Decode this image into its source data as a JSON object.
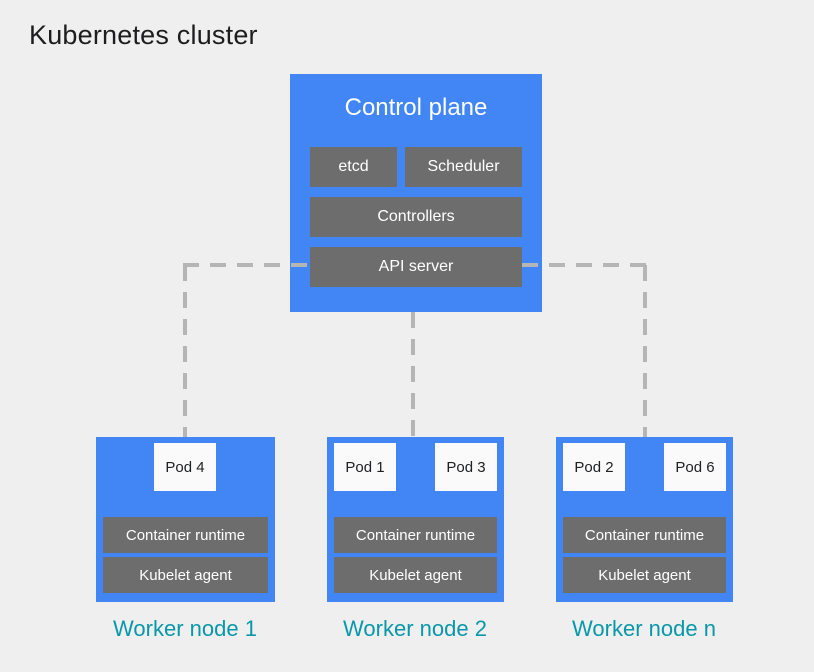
{
  "title": "Kubernetes cluster",
  "colors": {
    "background": "#efefef",
    "node_blue": "#4285f4",
    "component_gray": "#6d6d6d",
    "pod_white": "#fafafa",
    "label_teal": "#0998a9",
    "connector_gray": "#b5b5b5",
    "title_text": "#1d1d1f"
  },
  "control_plane": {
    "title": "Control plane",
    "components": [
      {
        "id": "etcd",
        "label": "etcd"
      },
      {
        "id": "scheduler",
        "label": "Scheduler"
      },
      {
        "id": "controllers",
        "label": "Controllers"
      },
      {
        "id": "api-server",
        "label": "API server"
      }
    ]
  },
  "worker_nodes": [
    {
      "label": "Worker node 1",
      "pods": [
        "Pod 4"
      ],
      "components": [
        "Container runtime",
        "Kubelet agent"
      ]
    },
    {
      "label": "Worker node 2",
      "pods": [
        "Pod 1",
        "Pod 3"
      ],
      "components": [
        "Container runtime",
        "Kubelet agent"
      ]
    },
    {
      "label": "Worker node n",
      "pods": [
        "Pod 2",
        "Pod 6"
      ],
      "components": [
        "Container runtime",
        "Kubelet agent"
      ]
    }
  ]
}
